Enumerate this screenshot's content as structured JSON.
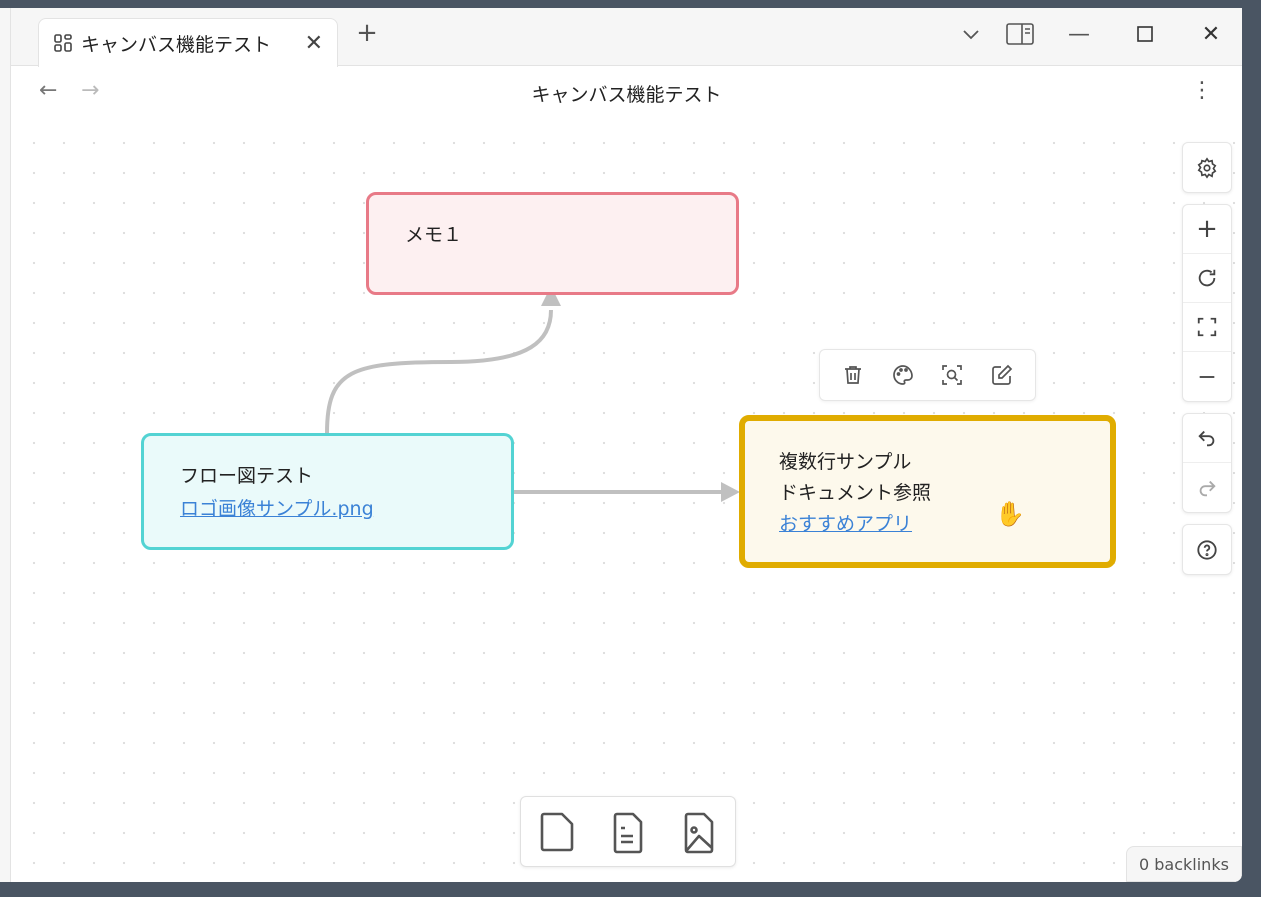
{
  "tab": {
    "title": "キャンバス機能テスト",
    "icon": "canvas-grid-icon"
  },
  "header": {
    "title": "キャンバス機能テスト"
  },
  "nodes": [
    {
      "text": "メモ１",
      "color": "#e87a87"
    },
    {
      "text": "フロー図テスト",
      "link": "ロゴ画像サンプル.png",
      "color": "#53d3d3"
    },
    {
      "line1": "複数行サンプル",
      "line2": "ドキュメント参照",
      "link": "おすすめアプリ",
      "color": "#e0ac00"
    }
  ],
  "status": {
    "backlinks": "0 backlinks"
  }
}
